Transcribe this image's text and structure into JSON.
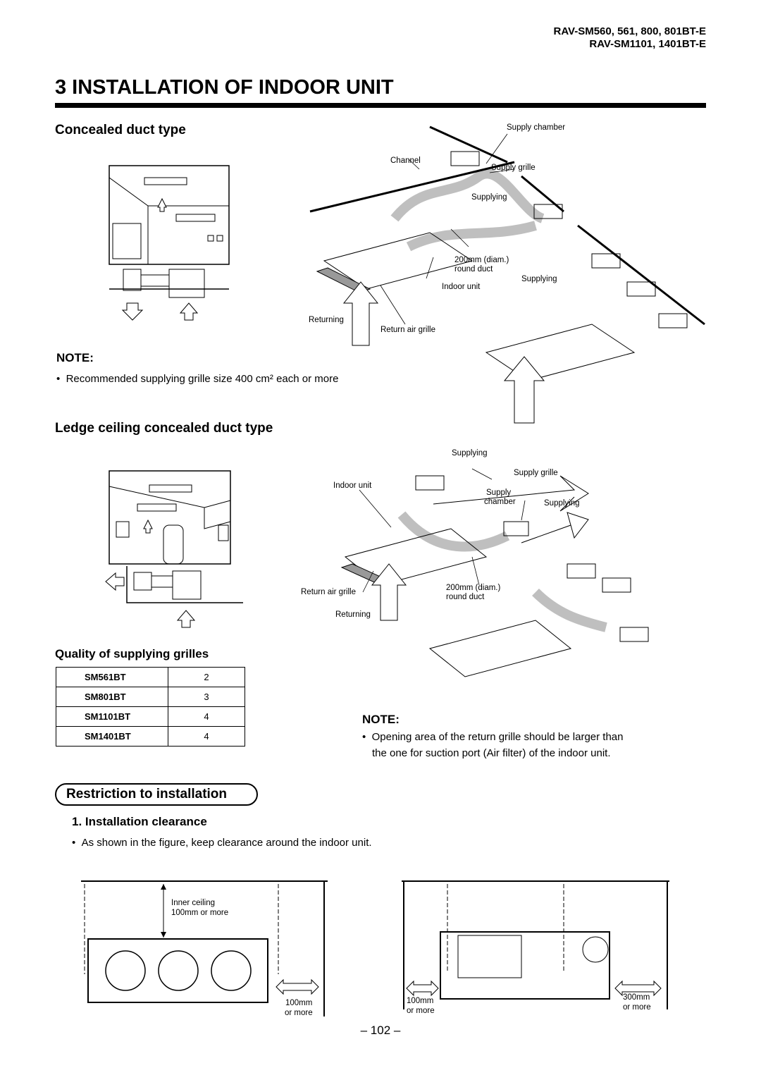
{
  "header": {
    "models_line1": "RAV-SM560, 561, 800, 801BT-E",
    "models_line2": "RAV-SM1101, 1401BT-E"
  },
  "section": {
    "number_title": "3 INSTALLATION OF INDOOR UNIT"
  },
  "concealed": {
    "title": "Concealed duct type",
    "note_heading": "NOTE:",
    "note_text": "Recommended supplying grille size 400 cm² each or more",
    "labels": {
      "supply_chamber": "Supply chamber",
      "channel": "Channel",
      "supply_grille": "Supply grille",
      "supplying_1": "Supplying",
      "duct_1": "200mm (diam.)",
      "duct_2": "round duct",
      "supplying_2": "Supplying",
      "indoor_unit": "Indoor unit",
      "returning": "Returning",
      "return_air_grille": "Return air grille"
    }
  },
  "ledge": {
    "title": "Ledge ceiling concealed duct type",
    "labels": {
      "supplying_1": "Supplying",
      "supply_grille": "Supply grille",
      "indoor_unit": "Indoor unit",
      "supply": "Supply",
      "chamber": "chamber",
      "supplying_2": "Supplying",
      "return_air_grille": "Return air grille",
      "duct_1": "200mm (diam.)",
      "duct_2": "round duct",
      "returning": "Returning"
    }
  },
  "quality": {
    "title": "Quality of supplying grilles",
    "rows": [
      {
        "model": "SM561BT",
        "count": "2"
      },
      {
        "model": "SM801BT",
        "count": "3"
      },
      {
        "model": "SM1101BT",
        "count": "4"
      },
      {
        "model": "SM1401BT",
        "count": "4"
      }
    ],
    "note_heading": "NOTE:",
    "note_line1": "Opening area of the return grille should be larger than",
    "note_line2": "the one for suction port (Air filter) of the indoor unit."
  },
  "restriction": {
    "title": "Restriction to installation",
    "sub_title": "1.  Installation clearance",
    "text": "As shown in the figure, keep clearance around the indoor unit.",
    "labels": {
      "inner_ceiling": "Inner ceiling",
      "inner_ceiling_2": "100mm or more",
      "left_100": "100mm",
      "left_or_more": "or more",
      "right_100": "100mm",
      "right_or_more": "or more",
      "right_300": "300mm",
      "right_300_or_more": "or more"
    }
  },
  "footer": {
    "page_number": "– 102 –"
  }
}
